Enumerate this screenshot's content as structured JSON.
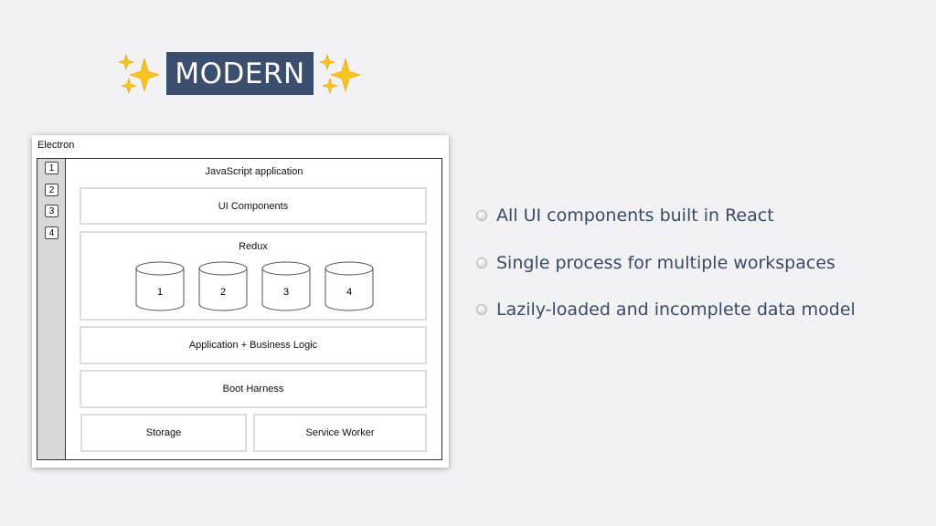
{
  "slide": {
    "title": "MODERN",
    "bullets": [
      "All UI components built in React",
      "Single process for multiple workspaces",
      "Lazily-loaded and incomplete data model"
    ],
    "title_color": "#3b4e6e"
  },
  "diagram": {
    "container": "Electron",
    "app": "JavaScript application",
    "workspaces": [
      "1",
      "2",
      "3",
      "4"
    ],
    "ui": "UI Components",
    "redux": "Redux",
    "stores": [
      "1",
      "2",
      "3",
      "4"
    ],
    "logic": "Application + Business Logic",
    "boot": "Boot Harness",
    "storage": "Storage",
    "worker": "Service Worker"
  }
}
